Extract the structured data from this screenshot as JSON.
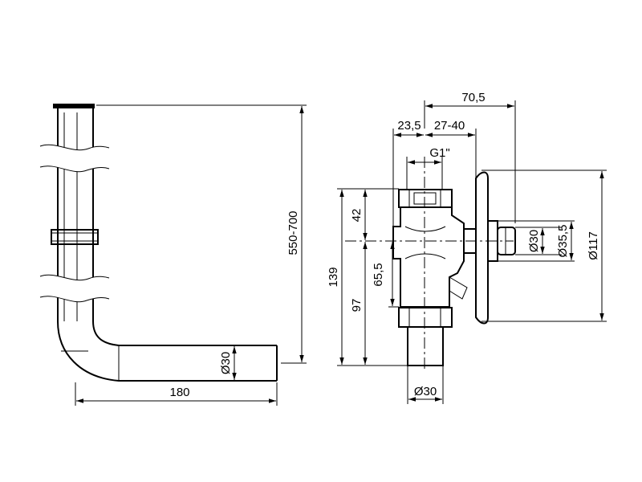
{
  "dimensions": {
    "pipe_length_range": "550-700",
    "pipe_horizontal_length": "180",
    "pipe_diameter": "Ø30",
    "valve_offset_upper": "23,5",
    "valve_offset_lower": "27-40",
    "valve_overall_depth": "70,5",
    "thread_size": "G1\"",
    "valve_height_upper": "42",
    "valve_height_total": "139",
    "valve_height_lower": "97",
    "valve_height_mid": "65,5",
    "outlet_diameter": "Ø30",
    "button_diameter": "Ø30",
    "button_ring_diameter": "Ø35,5",
    "rosette_diameter": "Ø117"
  }
}
